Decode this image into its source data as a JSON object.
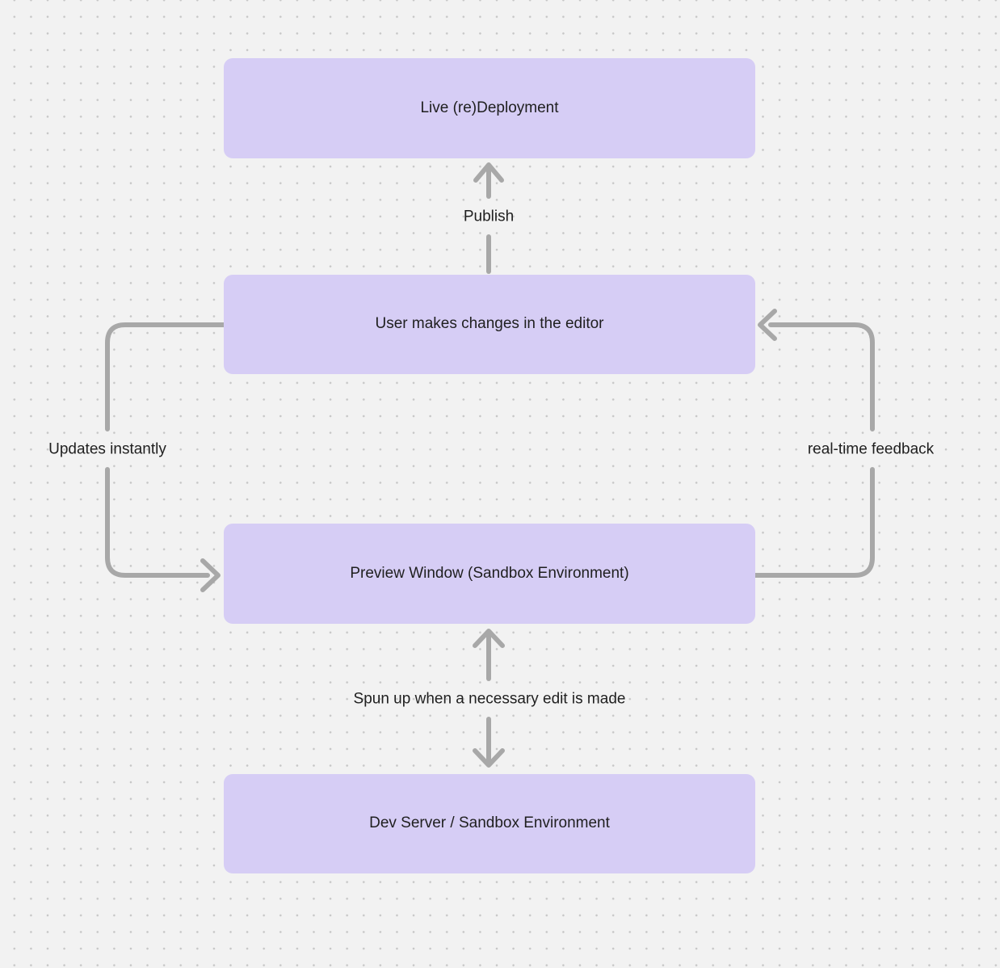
{
  "theme": {
    "background": "#f2f2f2",
    "dot": "#c6c6c6",
    "node_fill": "#d6cdf5",
    "text": "#1f1f1f",
    "arrow": "#a8a8a8"
  },
  "diagram": {
    "type": "flowchart",
    "nodes": [
      {
        "id": "live-deployment",
        "label": "Live (re)Deployment"
      },
      {
        "id": "user-editor",
        "label": "User makes changes in the editor"
      },
      {
        "id": "preview-window",
        "label": "Preview Window (Sandbox Environment)"
      },
      {
        "id": "dev-server",
        "label": "Dev Server / Sandbox Environment"
      }
    ],
    "edges": [
      {
        "id": "publish",
        "from": "user-editor",
        "to": "live-deployment",
        "label": "Publish",
        "direction": "up"
      },
      {
        "id": "updates-instantly",
        "from": "user-editor",
        "to": "preview-window",
        "label": "Updates instantly",
        "direction": "left-loop-down"
      },
      {
        "id": "real-time-feedback",
        "from": "preview-window",
        "to": "user-editor",
        "label": "real-time feedback",
        "direction": "right-loop-up"
      },
      {
        "id": "spun-up",
        "from": "preview-window",
        "to": "dev-server",
        "label": "Spun up when a necessary edit is made",
        "direction": "bidirectional"
      }
    ]
  }
}
